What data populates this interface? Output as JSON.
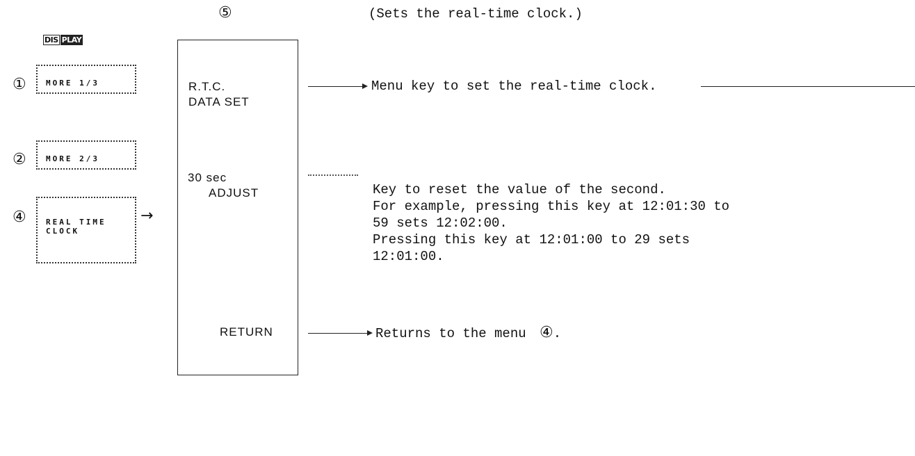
{
  "header": {
    "step_marker": "⑤",
    "caption": "(Sets the real-time clock.)"
  },
  "display_key": {
    "left": "DIS",
    "right": "PLAY"
  },
  "soft_keys": [
    {
      "marker": "①",
      "line1": "MORE 1/3",
      "line2": ""
    },
    {
      "marker": "②",
      "line1": "MORE 2/3",
      "line2": ""
    },
    {
      "marker": "④",
      "line1": "REAL TIME",
      "line2": "CLOCK"
    }
  ],
  "soft_key_arrow": "→",
  "menu": {
    "items": [
      {
        "line1": "R.T.C.",
        "line2": "DATA SET"
      },
      {
        "line1": "30 sec",
        "line2": "ADJUST"
      },
      {
        "line1": "RETURN",
        "line2": ""
      }
    ]
  },
  "descriptions": {
    "rtc": "Menu key to set the real-time clock.",
    "adjust": [
      "Key to reset the value of the second.",
      "For example, pressing this key at 12:01:30 to",
      "59 sets 12:02:00.",
      "Pressing this key at 12:01:00 to 29 sets",
      "12:01:00."
    ],
    "return_text": "Returns to the menu",
    "return_marker": "④",
    "return_period": "."
  }
}
